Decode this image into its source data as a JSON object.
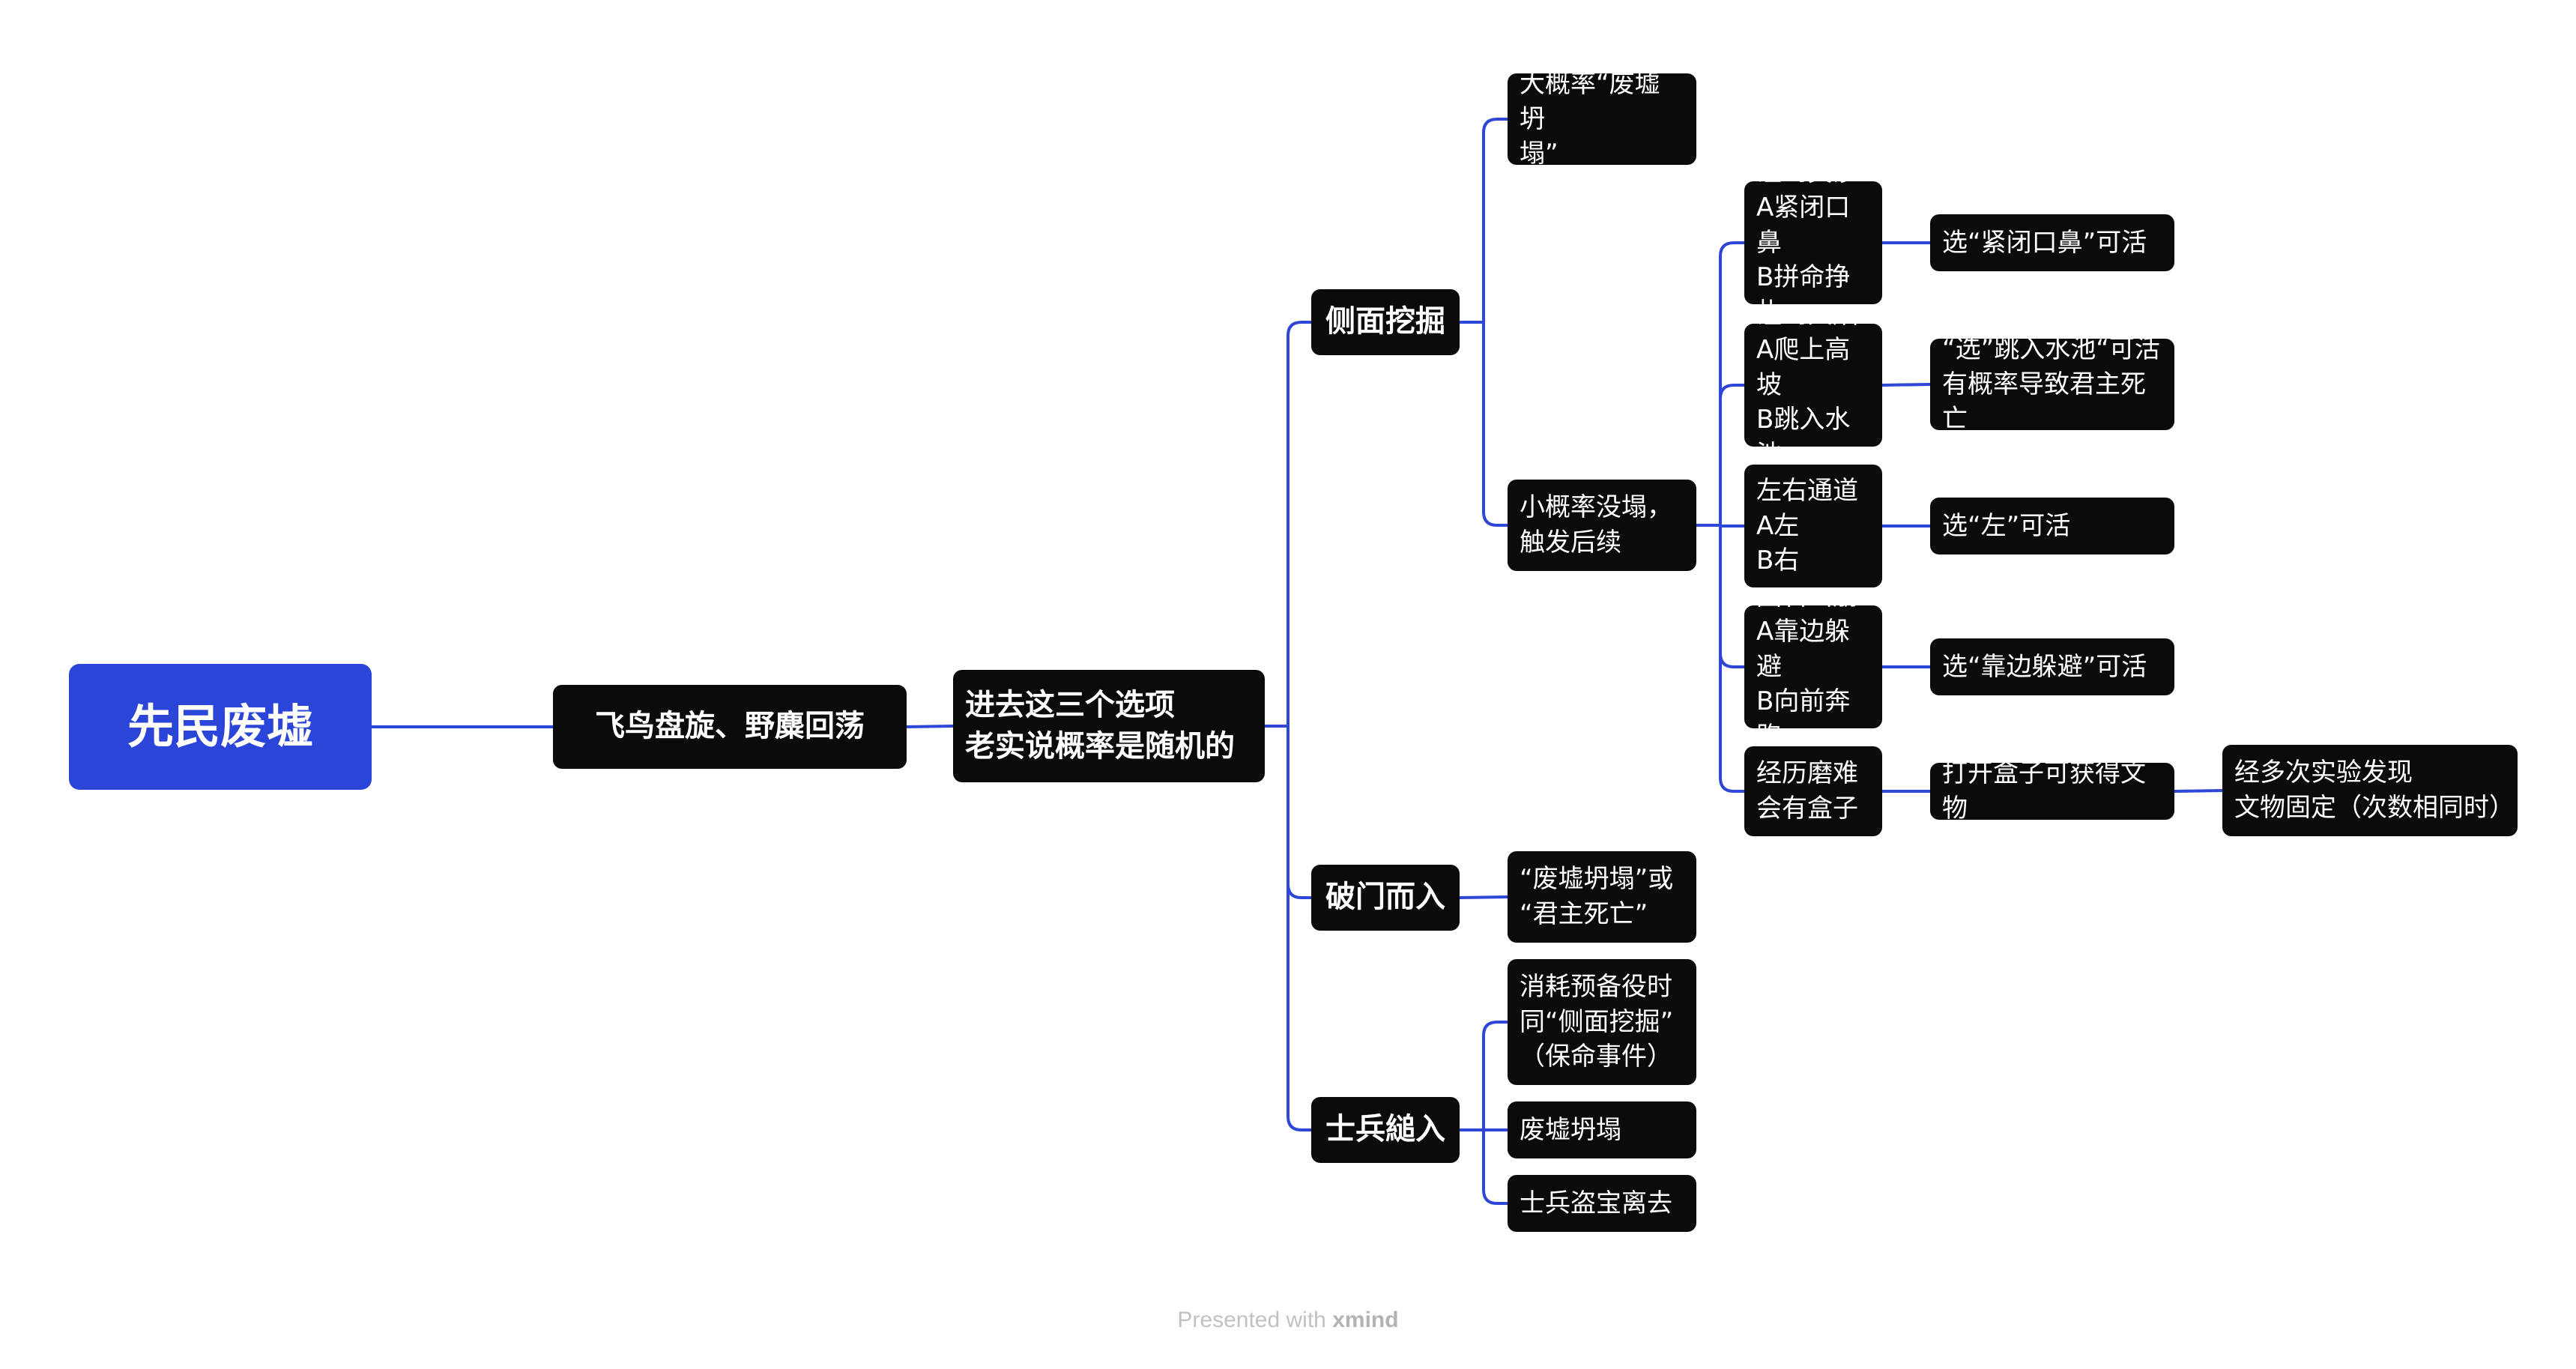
{
  "colors": {
    "root_fill": "#2b45d8",
    "node_fill": "#0b0b0b",
    "text": "#ffffff",
    "connector": "#2f47d6",
    "footer": "#c2c2c2"
  },
  "mindmap": {
    "root": {
      "text": "先民废墟"
    },
    "level1": {
      "text": "飞鸟盘旋、野麋回荡"
    },
    "level2": {
      "text": "进去这三个选项\n老实说概率是随机的"
    },
    "branches": [
      {
        "text": "侧面挖掘",
        "children": [
          {
            "text": "大概率“废墟坍\n塌”"
          },
          {
            "text": "小概率没塌，\n触发后续",
            "children": [
              {
                "text": "碰到黄沙\nA紧闭口鼻\nB拼命挣扎",
                "result": "选“紧闭口鼻”可活"
              },
              {
                "text": "碰到火焰\nA爬上高坡\nB跳入水池",
                "result": "“选”跳入水池“可活\n有概率导致君主死亡"
              },
              {
                "text": "左右通道\nA左\nB右",
                "result": "选“左”可活"
              },
              {
                "text": "圆石山崩\nA靠边躲避\nB向前奔跑",
                "result": "选“靠边躲避”可活"
              },
              {
                "text": "经历磨难\n会有盒子",
                "result": "打开盒子可获得文物",
                "note": "经多次实验发现\n文物固定（次数相同时）"
              }
            ]
          }
        ]
      },
      {
        "text": "破门而入",
        "children": [
          {
            "text": "“废墟坍塌”或\n“君主死亡”"
          }
        ]
      },
      {
        "text": "士兵縋入",
        "children": [
          {
            "text": "消耗预备役时\n同“侧面挖掘”\n（保命事件）"
          },
          {
            "text": "废墟坍塌"
          },
          {
            "text": "士兵盗宝离去"
          }
        ]
      }
    ]
  },
  "footer": {
    "prefix": "Presented with",
    "brand": "xmind"
  }
}
